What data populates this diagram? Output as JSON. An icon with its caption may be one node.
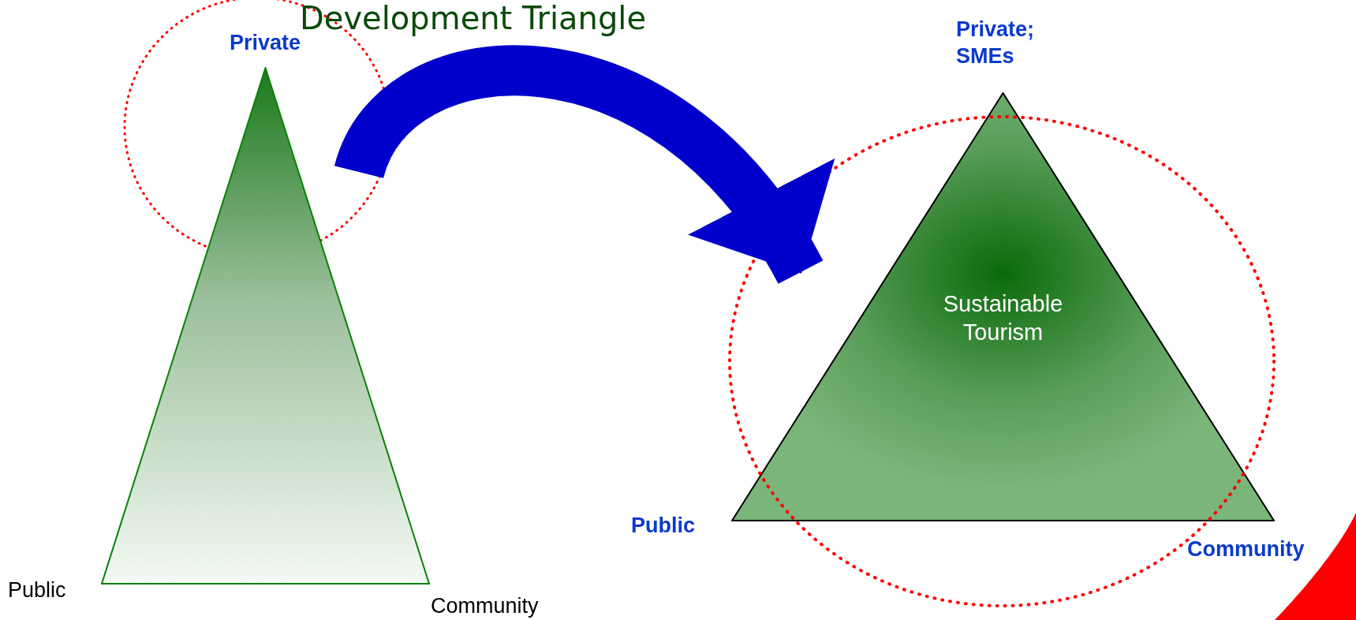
{
  "diagram": {
    "title": "Development Triangle",
    "nodes": [
      {
        "text": [],
        "shape": "triangle",
        "beside": [
          "Private",
          "Public",
          "Community"
        ]
      },
      {
        "text": [
          "Sustainable Tourism"
        ],
        "beside": [
          "Private; SMEs",
          "Public",
          "Community"
        ]
      }
    ],
    "edges": [
      {
        "from": 0,
        "to": 1,
        "arrow": "to",
        "color": "#0000cc"
      }
    ]
  }
}
